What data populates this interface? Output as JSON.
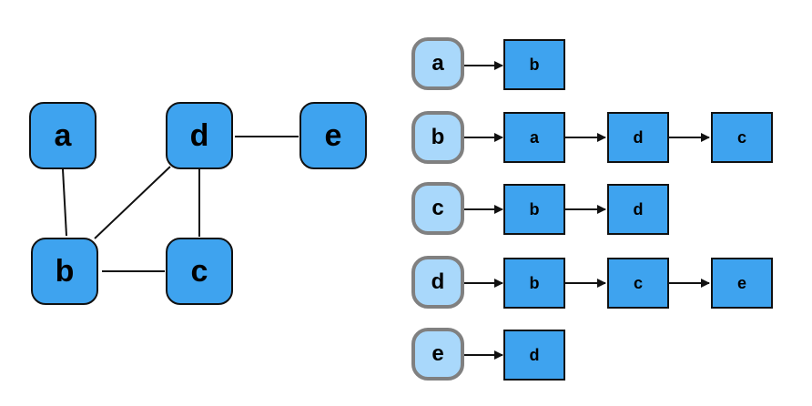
{
  "graph": {
    "nodes": [
      "a",
      "b",
      "c",
      "d",
      "e"
    ],
    "edges": [
      [
        "a",
        "b"
      ],
      [
        "b",
        "c"
      ],
      [
        "b",
        "d"
      ],
      [
        "c",
        "d"
      ],
      [
        "d",
        "e"
      ]
    ]
  },
  "adjacency_list": [
    {
      "head": "a",
      "neighbors": [
        "b"
      ]
    },
    {
      "head": "b",
      "neighbors": [
        "a",
        "d",
        "c"
      ]
    },
    {
      "head": "c",
      "neighbors": [
        "b",
        "d"
      ]
    },
    {
      "head": "d",
      "neighbors": [
        "b",
        "c",
        "e"
      ]
    },
    {
      "head": "e",
      "neighbors": [
        "d"
      ]
    }
  ],
  "colors": {
    "node_fill": "#3ea3ef",
    "head_fill": "#a9d8fb",
    "head_border": "#808080",
    "stroke": "#111111"
  }
}
